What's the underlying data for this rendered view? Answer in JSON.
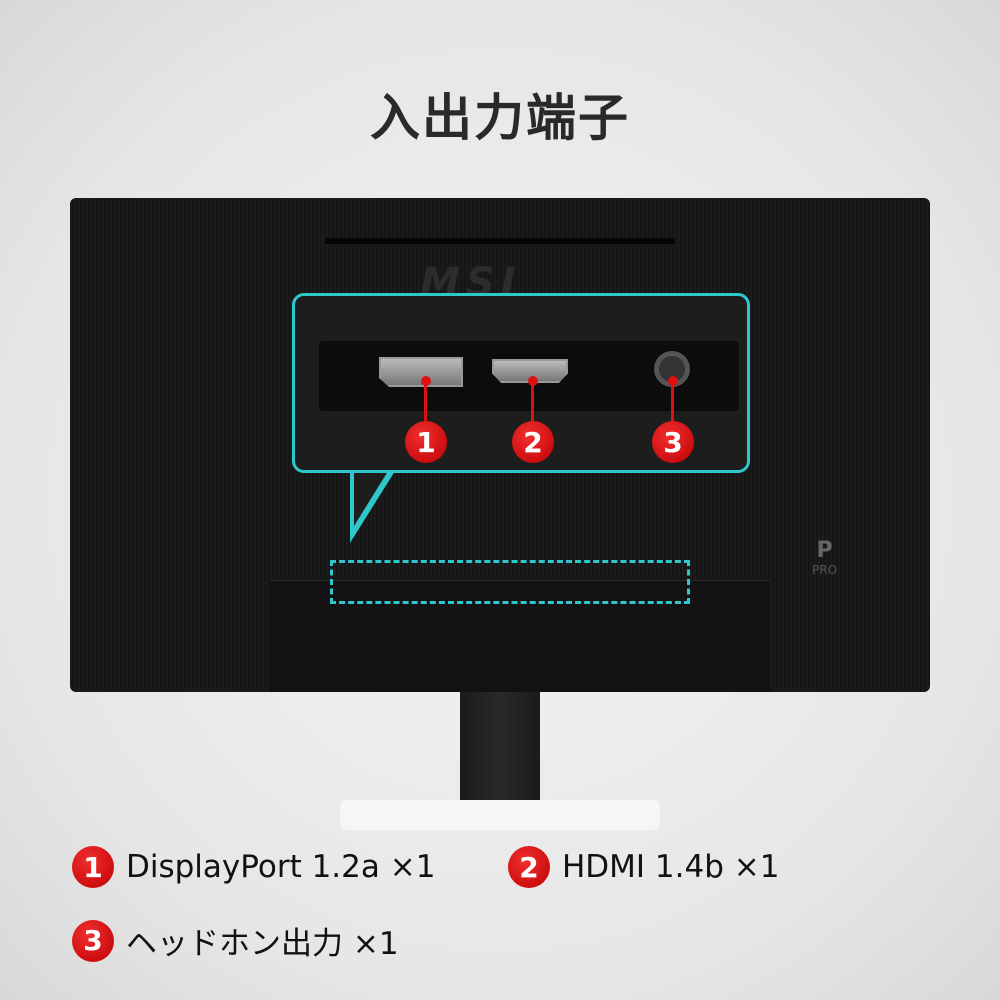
{
  "title": "入出力端子",
  "logo": "msi",
  "pro_badge": "PRO",
  "ports": [
    {
      "number": "1",
      "label": "DisplayPort 1.2a ×1"
    },
    {
      "number": "2",
      "label": "HDMI 1.4b ×1"
    },
    {
      "number": "3",
      "label": "ヘッドホン出力 ×1"
    }
  ],
  "colors": {
    "accent": "#2ec8cc",
    "marker": "#e01010"
  }
}
